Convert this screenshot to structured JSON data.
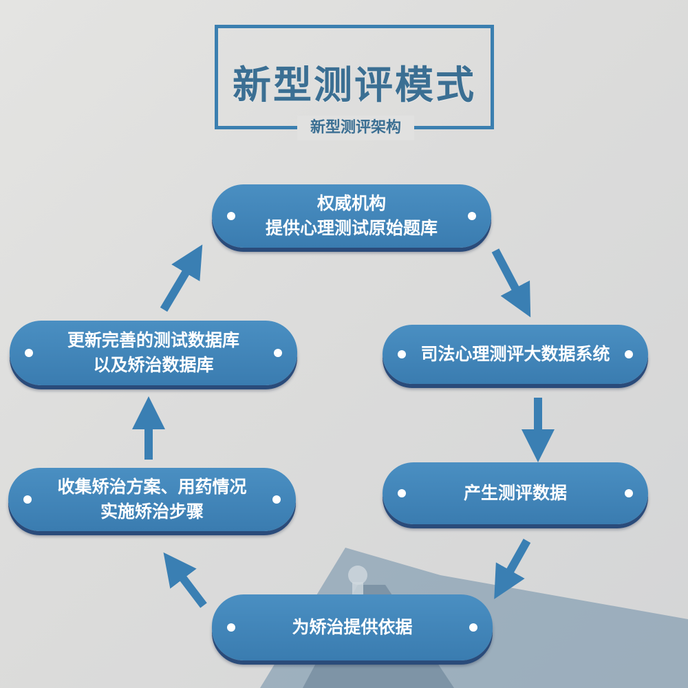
{
  "title": "新型测评模式",
  "subtitle": "新型测评架构",
  "colors": {
    "node_fill": "#3f84b8",
    "node_shadow": "#2a4b7a",
    "arrow": "#3a7fb3",
    "title_text": "#3b6f93",
    "frame": "#3b7fb0"
  },
  "nodes": {
    "top": {
      "lines": [
        "权威机构",
        "提供心理测试原始题库"
      ]
    },
    "right1": {
      "lines": [
        "司法心理测评大数据系统"
      ]
    },
    "right2": {
      "lines": [
        "产生测评数据"
      ]
    },
    "bottom": {
      "lines": [
        "为矫治提供依据"
      ]
    },
    "left2": {
      "lines": [
        "收集矫治方案、用药情况",
        "实施矫治步骤"
      ]
    },
    "left1": {
      "lines": [
        "更新完善的测试数据库",
        "以及矫治数据库"
      ]
    }
  }
}
